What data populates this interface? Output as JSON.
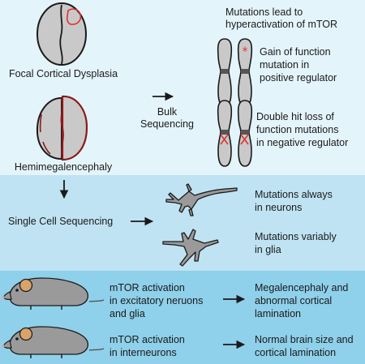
{
  "top": {
    "fcd_label": "Focal Cortical Dysplasia",
    "hme_label": "Hemimegalencephaly",
    "bulk_line1": "Bulk",
    "bulk_line2": "Sequencing",
    "mutations_line1": "Mutations lead to",
    "mutations_line2": "hyperactivation of mTOR",
    "gain_line1": "Gain of function",
    "gain_line2": "mutation in",
    "gain_line3": "positive regulator",
    "loss_line1": "Double hit loss of",
    "loss_line2": "function mutations",
    "loss_line3": "in negative regulator"
  },
  "mid": {
    "single_cell": "Single Cell Sequencing",
    "neurons_line1": "Mutations always",
    "neurons_line2": "in neurons",
    "glia_line1": "Mutations variably",
    "glia_line2": "in glia"
  },
  "bottom": {
    "row1_line1": "mTOR activation",
    "row1_line2": "in excitatory neruons",
    "row1_line3": "and glia",
    "row1_result_line1": "Megalencephaly and",
    "row1_result_line2": "abnormal cortical",
    "row1_result_line3": "lamination",
    "row2_line1": "mTOR activation",
    "row2_line2": "in interneurons",
    "row2_result_line1": "Normal brain size and",
    "row2_result_line2": "cortical lamination"
  },
  "colors": {
    "panel_top": "#e4f4fb",
    "panel_mid": "#bfe3f2",
    "panel_bot": "#8fd0ea",
    "lesion_red": "#e0312e",
    "hemi_dark_red": "#8b1a1a",
    "gray_fill": "#c8c8c8"
  }
}
